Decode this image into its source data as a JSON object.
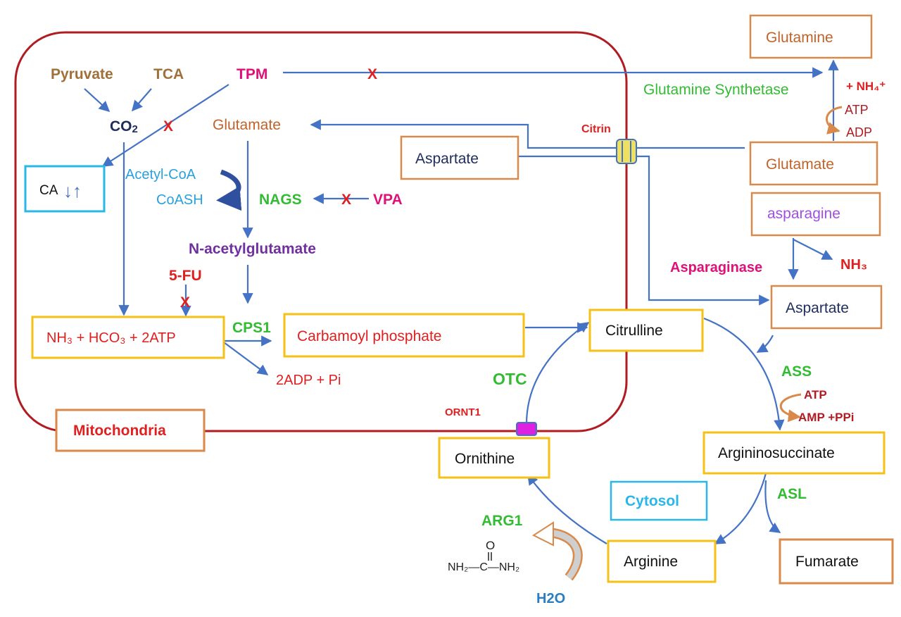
{
  "colors": {
    "mito_border": "#b01c22",
    "arrow_blue": "#4472c4",
    "box_yellow": "#f5c116",
    "box_orange": "#d98a4a",
    "box_cyan": "#29b6e8",
    "red": "#e02020",
    "green": "#33bb33",
    "brown": "#a0703a",
    "magenta": "#e0107a",
    "purple": "#7030a0",
    "navy": "#1f2d5c",
    "sky": "#2aa0dc",
    "orange_text": "#c0632a",
    "violet": "#a050e0",
    "connector": "#f0e060",
    "transporter": "#e020e0"
  },
  "compartments": {
    "mitochondria": "Mitochondria",
    "cytosol": "Cytosol"
  },
  "mito": {
    "pyruvate": "Pyruvate",
    "tca": "TCA",
    "tpm": "TPM",
    "co2": "CO",
    "co2_sub": "2",
    "ca": "CA",
    "ca_arrows": "↓↑",
    "glutamate": "Glutamate",
    "acetyl_coa": "Acetyl-CoA",
    "coash": "CoASH",
    "nags": "NAGS",
    "vpa": "VPA",
    "nag": "N-acetylglutamate",
    "fu": "5-FU",
    "substrates": "NH₃ + HCO₃ + 2ATP",
    "cps1": "CPS1",
    "carbamoyl": "Carbamoyl phosphate",
    "adp_pi": "2ADP + Pi",
    "citrin": "Citrin",
    "otc": "OTC",
    "ornt1": "ORNT1"
  },
  "inhibitor_mark": "X",
  "cytosol": {
    "glutamine": "Glutamine",
    "glutamine_synthetase": "Glutamine Synthetase",
    "nh4": "+ NH₄⁺",
    "atp": "ATP",
    "adp": "ADP",
    "glutamate": "Glutamate",
    "aspartate_left": "Aspartate",
    "asparagine": "asparagine",
    "asparaginase": "Asparaginase",
    "nh3": "NH₃",
    "aspartate_right": "Aspartate",
    "citrulline": "Citrulline",
    "ass": "ASS",
    "ass_atp": "ATP",
    "ass_amp": "AMP +PPi",
    "argininosuccinate": "Argininosuccinate",
    "asl": "ASL",
    "fumarate": "Fumarate",
    "arginine": "Arginine",
    "arg1": "ARG1",
    "h2o": "H2O",
    "ornithine": "Ornithine",
    "urea_o": "O",
    "urea_formula": "NH₂—C—NH₂"
  }
}
